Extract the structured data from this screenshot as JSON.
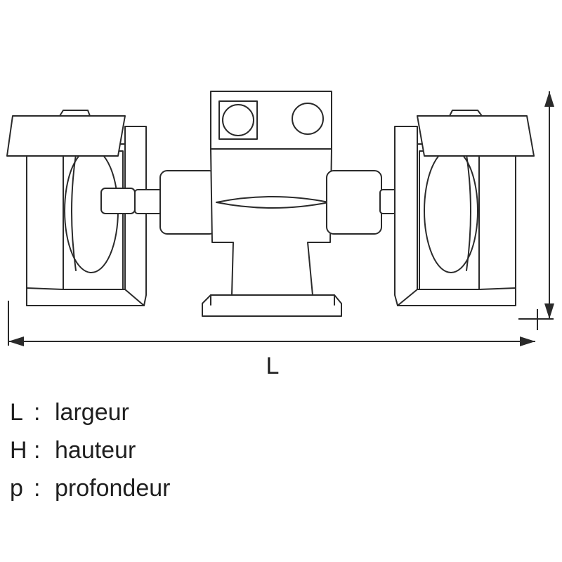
{
  "dimension_label": "L",
  "legend": [
    {
      "symbol": "L",
      "separator": ":",
      "text": "largeur"
    },
    {
      "symbol": "H",
      "separator": ":",
      "text": "hauteur"
    },
    {
      "symbol": "p",
      "separator": ":",
      "text": "profondeur"
    }
  ],
  "colors": {
    "line": "#2a2a2a",
    "background": "#ffffff"
  }
}
